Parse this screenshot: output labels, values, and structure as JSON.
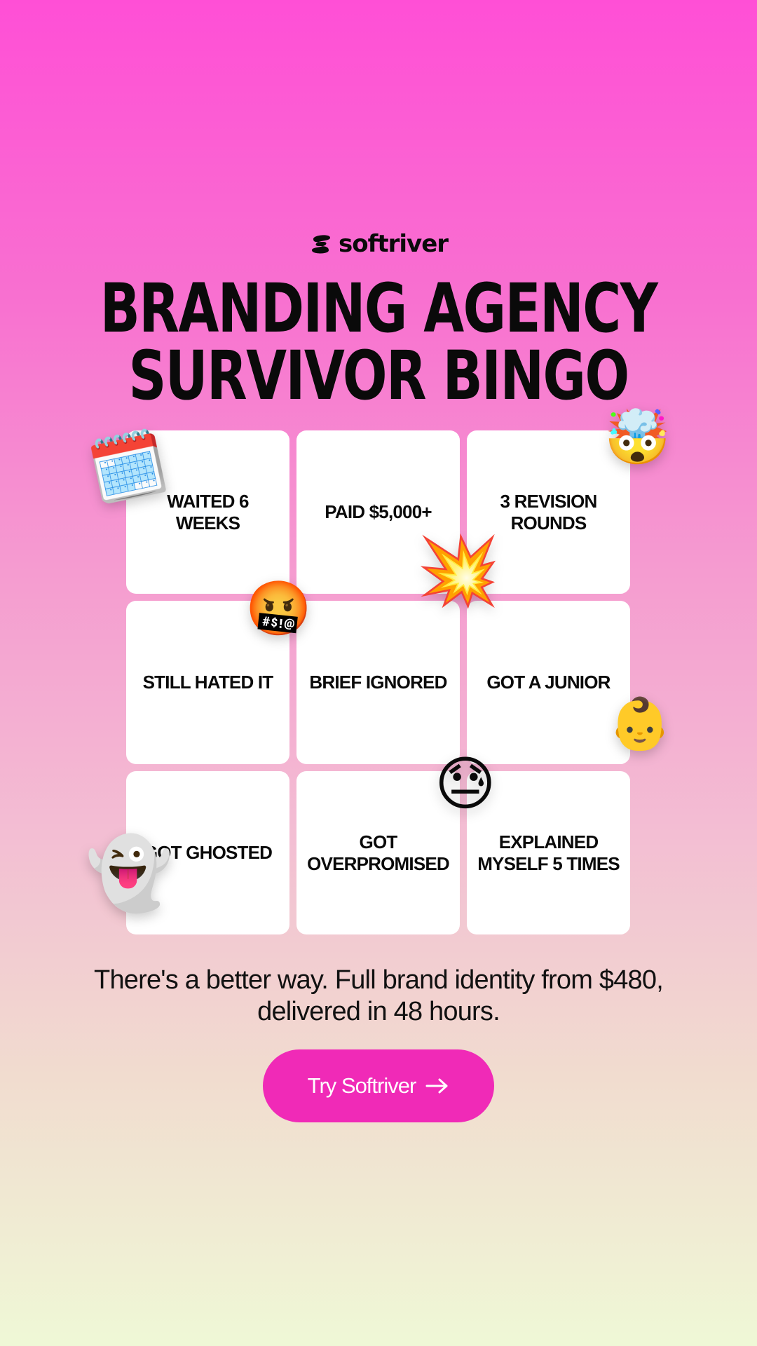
{
  "brand": {
    "name": "softriver"
  },
  "headline": {
    "line1": "BRANDING AGENCY",
    "line2": "SURVIVOR BINGO"
  },
  "bingo": {
    "cells": [
      "WAITED 6 WEEKS",
      "PAID $5,000+",
      "3 REVISION ROUNDS",
      "STILL HATED IT",
      "BRIEF IGNORED",
      "GOT A JUNIOR",
      "GOT GHOSTED",
      "GOT OVERPROMISED",
      "EXPLAINED MYSELF 5 TIMES"
    ]
  },
  "stickers": {
    "calendar": "🗓️",
    "exploding_head": "🤯",
    "collision": "💥",
    "cursing_face": "🤬",
    "baby": "👶",
    "downcast_sweat": "😓",
    "ghost": "👻"
  },
  "cta": {
    "text": "There's a better way. Full brand identity from $480, delivered in 48 hours.",
    "button_label": "Try Softriver"
  },
  "colors": {
    "accent": "#f02ab7",
    "top_gradient": "#ff4fd6",
    "bottom_gradient": "#eff8d6"
  }
}
